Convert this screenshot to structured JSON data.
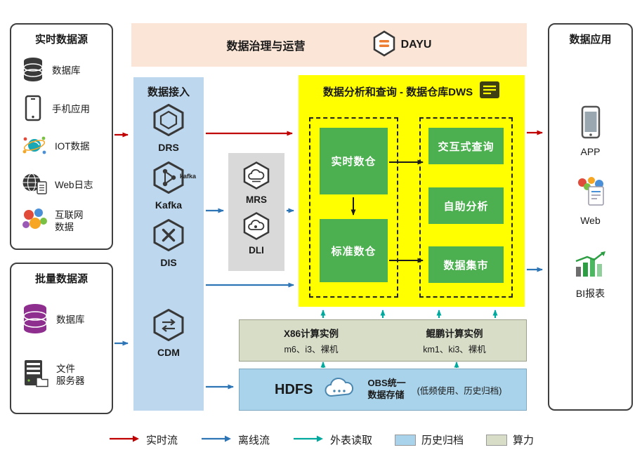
{
  "palette": {
    "banner_bg": "#FBE5D6",
    "ingestion_bg": "#BDD7EE",
    "processing_bg": "#D9D9D9",
    "dws_bg": "#FFFF00",
    "module_green": "#4CAF50",
    "compute_bg": "#D8DDC8",
    "storage_bg": "#A9D3EA",
    "flow_realtime": "#C00000",
    "flow_offline": "#2E75B6",
    "flow_external": "#00A99D"
  },
  "governance": {
    "title": "数据治理与运营",
    "logo_text": "DAYU"
  },
  "realtime_sources": {
    "title": "实时数据源",
    "items": [
      {
        "label": "数据库"
      },
      {
        "label": "手机应用"
      },
      {
        "label": "IOT数据"
      },
      {
        "label": "Web日志"
      },
      {
        "label": "互联网\n数据"
      }
    ]
  },
  "batch_sources": {
    "title": "批量数据源",
    "items": [
      {
        "label": "数据库"
      },
      {
        "label": "文件\n服务器"
      }
    ]
  },
  "ingestion": {
    "title": "数据接入",
    "items": [
      {
        "label": "DRS"
      },
      {
        "label": "Kafka",
        "wordmark": "kafka"
      },
      {
        "label": "DIS"
      },
      {
        "label": "CDM"
      }
    ]
  },
  "processing": {
    "items": [
      {
        "label": "MRS"
      },
      {
        "label": "DLI"
      }
    ]
  },
  "dws": {
    "title": "数据分析和查询 - 数据仓库DWS",
    "left_modules": [
      {
        "label": "实时数仓"
      },
      {
        "label": "标准数仓"
      }
    ],
    "right_modules": [
      {
        "label": "交互式查询"
      },
      {
        "label": "自助分析"
      },
      {
        "label": "数据集市"
      }
    ]
  },
  "applications": {
    "title": "数据应用",
    "items": [
      {
        "label": "APP"
      },
      {
        "label": "Web"
      },
      {
        "label": "BI报表"
      }
    ]
  },
  "compute": {
    "x86": {
      "title": "X86计算实例",
      "subtitle": "m6、i3、裸机"
    },
    "kunpeng": {
      "title": "鲲鹏计算实例",
      "subtitle": "km1、ki3、裸机"
    }
  },
  "storage": {
    "hdfs": "HDFS",
    "obs": "OBS统一\n数据存储",
    "note": "(低频使用、历史归档)"
  },
  "legend": {
    "realtime": "实时流",
    "offline": "离线流",
    "external": "外表读取",
    "archive": "历史归档",
    "compute": "算力"
  }
}
